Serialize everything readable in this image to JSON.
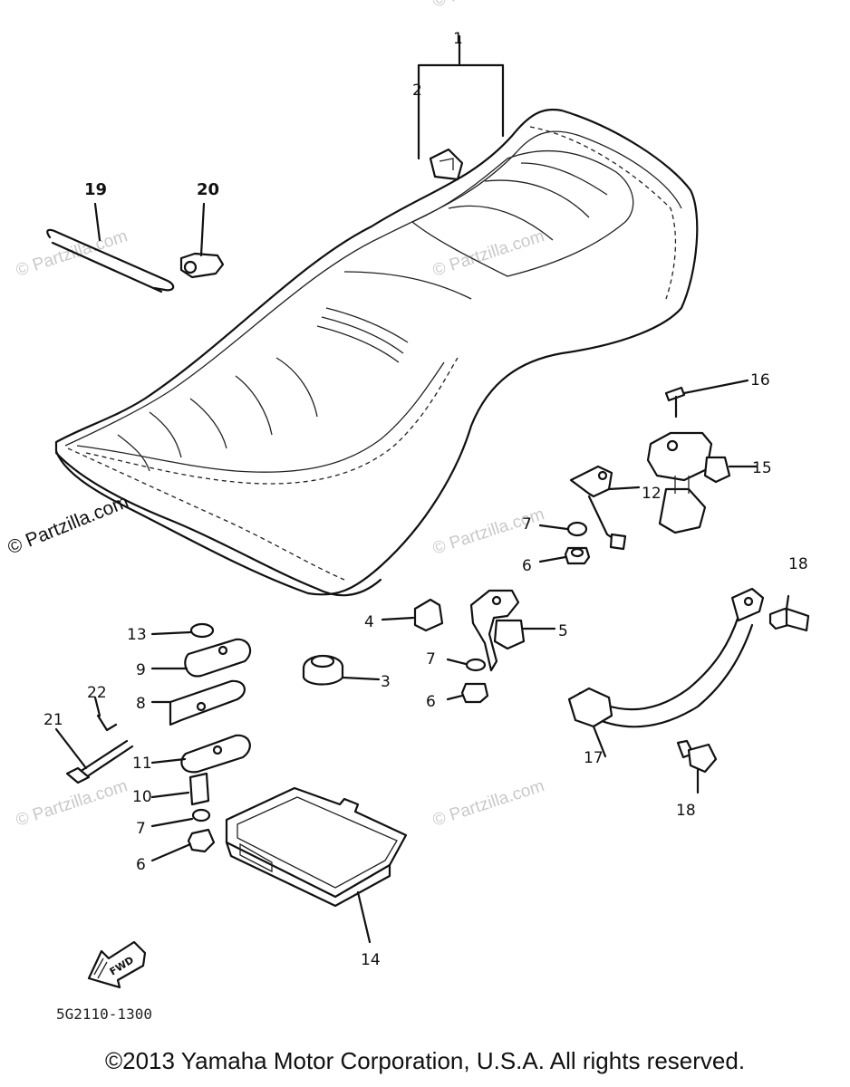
{
  "callouts": {
    "c1": "1",
    "c2": "2",
    "c3": "3",
    "c4": "4",
    "c5": "5",
    "c6a": "6",
    "c6b": "6",
    "c6c": "6",
    "c7a": "7",
    "c7b": "7",
    "c7c": "7",
    "c8": "8",
    "c9": "9",
    "c10": "10",
    "c11": "11",
    "c12": "12",
    "c13": "13",
    "c14": "14",
    "c15": "15",
    "c16": "16",
    "c17": "17",
    "c18a": "18",
    "c18b": "18",
    "c19": "19",
    "c20": "20",
    "c21": "21",
    "c22": "22"
  },
  "fwd_label": "FWD",
  "diagram_code": "5G2110-1300",
  "watermarks": {
    "main": "© Partzilla.com",
    "faint": "© Partzilla.com"
  },
  "copyright": "©2013 Yamaha Motor Corporation, U.S.A. All rights reserved."
}
